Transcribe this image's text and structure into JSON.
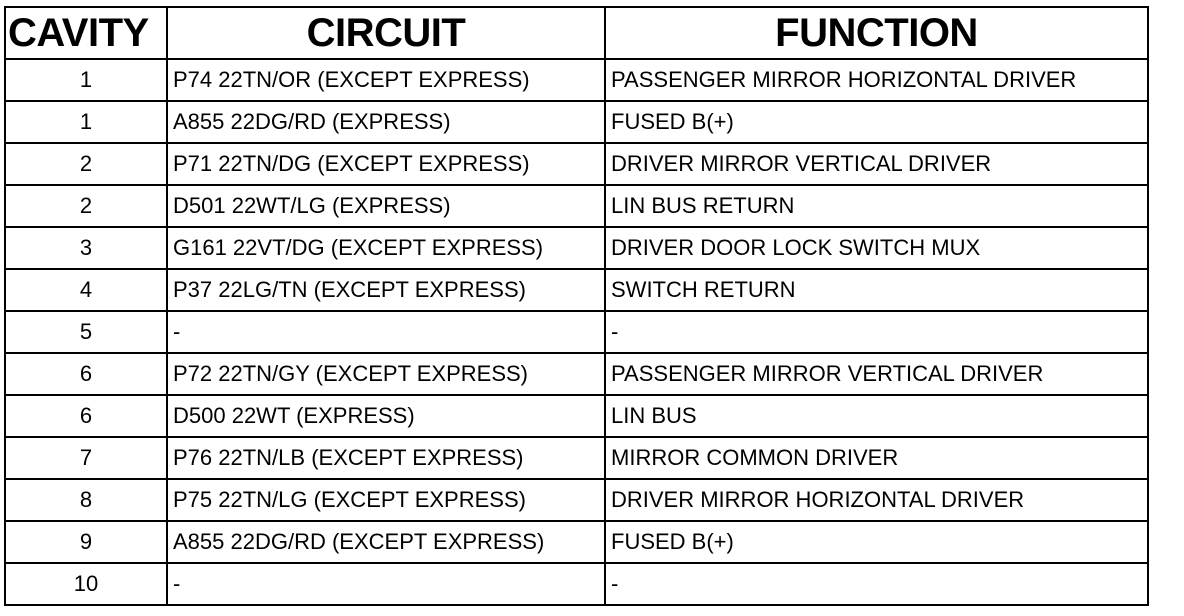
{
  "headers": {
    "cavity": "CAVITY",
    "circuit": "CIRCUIT",
    "function": "FUNCTION"
  },
  "rows": [
    {
      "cavity": "1",
      "circuit": "P74 22TN/OR (EXCEPT EXPRESS)",
      "function": "PASSENGER MIRROR HORIZONTAL DRIVER"
    },
    {
      "cavity": "1",
      "circuit": "A855 22DG/RD (EXPRESS)",
      "function": "FUSED B(+)"
    },
    {
      "cavity": "2",
      "circuit": "P71 22TN/DG (EXCEPT EXPRESS)",
      "function": "DRIVER MIRROR VERTICAL DRIVER"
    },
    {
      "cavity": "2",
      "circuit": "D501 22WT/LG (EXPRESS)",
      "function": "LIN BUS RETURN"
    },
    {
      "cavity": "3",
      "circuit": "G161 22VT/DG (EXCEPT EXPRESS)",
      "function": "DRIVER DOOR LOCK SWITCH MUX"
    },
    {
      "cavity": "4",
      "circuit": "P37 22LG/TN (EXCEPT EXPRESS)",
      "function": "SWITCH RETURN"
    },
    {
      "cavity": "5",
      "circuit": "-",
      "function": "-"
    },
    {
      "cavity": "6",
      "circuit": "P72 22TN/GY (EXCEPT EXPRESS)",
      "function": "PASSENGER MIRROR VERTICAL DRIVER"
    },
    {
      "cavity": "6",
      "circuit": "D500 22WT (EXPRESS)",
      "function": "LIN BUS"
    },
    {
      "cavity": "7",
      "circuit": "P76 22TN/LB (EXCEPT EXPRESS)",
      "function": "MIRROR COMMON DRIVER"
    },
    {
      "cavity": "8",
      "circuit": "P75 22TN/LG (EXCEPT EXPRESS)",
      "function": "DRIVER MIRROR HORIZONTAL DRIVER"
    },
    {
      "cavity": "9",
      "circuit": "A855 22DG/RD (EXCEPT EXPRESS)",
      "function": "FUSED B(+)"
    },
    {
      "cavity": "10",
      "circuit": "-",
      "function": "-"
    }
  ]
}
